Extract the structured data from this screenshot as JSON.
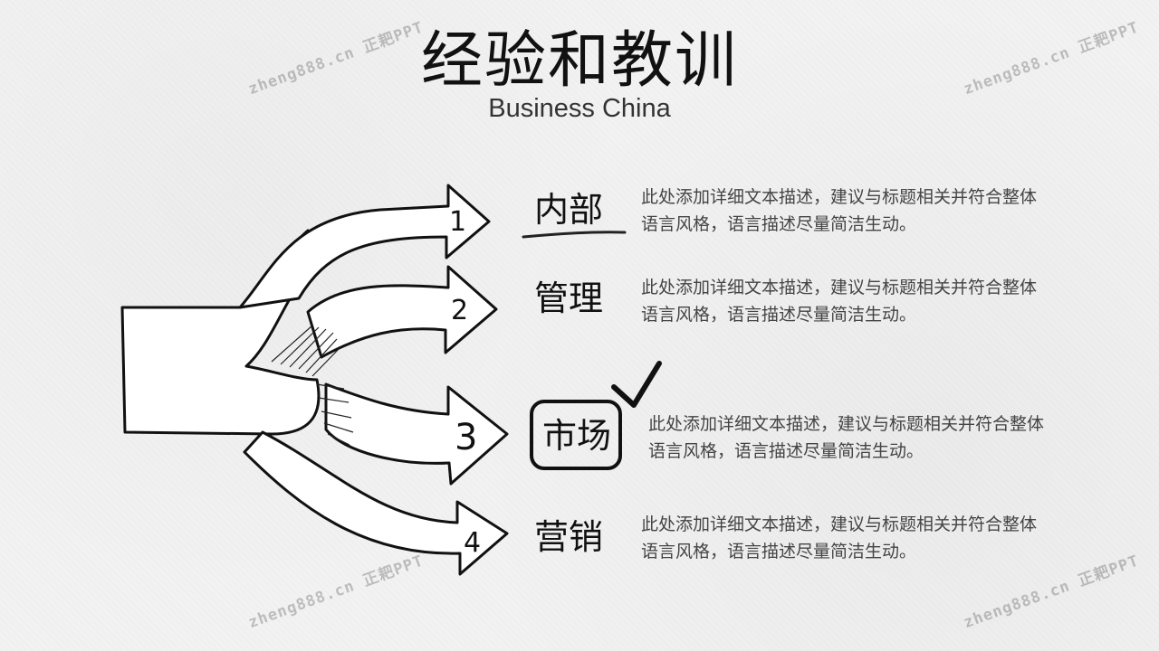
{
  "title": "经验和教训",
  "subtitle": "Business China",
  "watermark": "zheng888.cn 正耙PPT",
  "arrow_numbers": [
    "1",
    "2",
    "3",
    "4"
  ],
  "items": [
    {
      "label": "内部",
      "description": "此处添加详细文本描述，建议与标题相关并符合整体语言风格，语言描述尽量简洁生动。",
      "decoration": "underline"
    },
    {
      "label": "管理",
      "description": "此处添加详细文本描述，建议与标题相关并符合整体语言风格，语言描述尽量简洁生动。",
      "decoration": "none"
    },
    {
      "label": "市场",
      "description": "此处添加详细文本描述，建议与标题相关并符合整体语言风格，语言描述尽量简洁生动。",
      "decoration": "box-checkmark"
    },
    {
      "label": "营销",
      "description": "此处添加详细文本描述，建议与标题相关并符合整体语言风格，语言描述尽量简洁生动。",
      "decoration": "none"
    }
  ],
  "colors": {
    "ink": "#111111",
    "background": "#f2f2f2",
    "body_text": "#444444"
  }
}
